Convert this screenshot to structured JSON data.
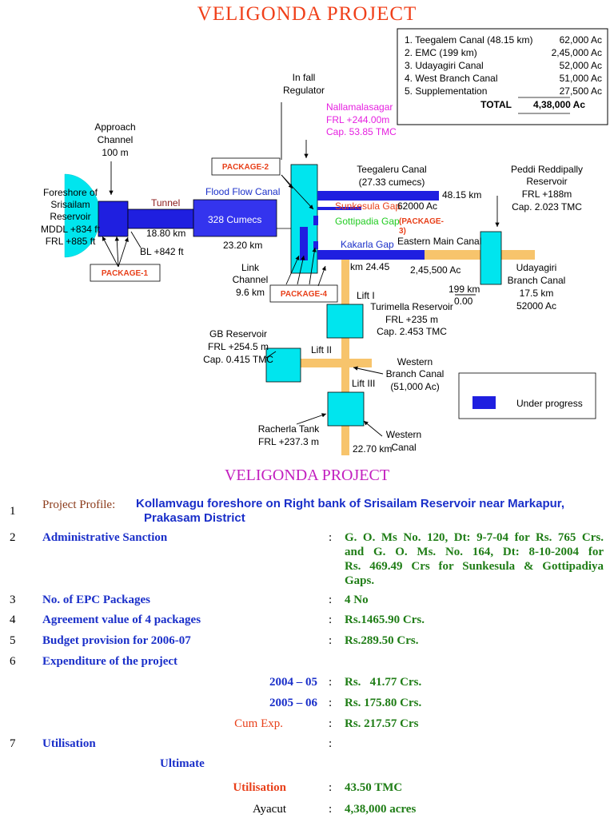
{
  "title": "VELIGONDA  PROJECT",
  "legend_table": {
    "rows": [
      {
        "name": "1. Teegalem Canal (48.15 km)",
        "value": "62,000 Ac"
      },
      {
        "name": "2. EMC (199 km)",
        "value": "2,45,000 Ac"
      },
      {
        "name": "3. Udayagiri Canal",
        "value": "52,000 Ac"
      },
      {
        "name": "4. West Branch Canal",
        "value": "51,000 Ac"
      },
      {
        "name": "5. Supplementation",
        "value": "27,500 Ac"
      }
    ],
    "total_label": "TOTAL",
    "total_value": "4,38,000 Ac"
  },
  "diagram": {
    "approach": [
      "Approach",
      "Channel",
      "100 m"
    ],
    "foreshore": [
      "Foreshore of",
      "Srisailam",
      "Reservoir",
      "MDDL +834 ft",
      "FRL +885 ft"
    ],
    "tunnel": "Tunnel",
    "tunnel_len": "18.80 km",
    "bl": "BL +842 ft",
    "package1": "PACKAGE-1",
    "package2": "PACKAGE-2",
    "package3": [
      "(PACKAGE-",
      "3)"
    ],
    "package4": "PACKAGE-4",
    "infall": [
      "In fall",
      "Regulator"
    ],
    "nallamala": [
      "Nallamalasagar",
      "FRL +244.00m",
      "Cap. 53.85 TMC"
    ],
    "flood_flow": "Flood Flow Canal",
    "cumecs": "328 Cumecs",
    "flood_len": "23.20 km",
    "link": [
      "Link",
      "Channel",
      "9.6 km"
    ],
    "teegaleru": [
      "Teegaleru Canal",
      "(27.33 cumecs)"
    ],
    "teeg_len": "48.15 km",
    "sunkesula": "Sunkesula Gap",
    "teeg_ac": "62000 Ac",
    "gottipadia": "Gottipadia Gap",
    "kakarla": "Kakarla Gap",
    "emc": "Eastern Main Canal",
    "km2445": "km 24.45",
    "emc_ac": "2,45,500 Ac",
    "km199": "199 km",
    "zero": "0.00",
    "peddi": [
      "Peddi Reddipally",
      "Reservoir",
      "FRL +188m",
      "Cap. 2.023 TMC"
    ],
    "udayagiri": [
      "Udayagiri",
      "Branch Canal",
      "17.5 km",
      "52000 Ac"
    ],
    "lift1": "Lift I",
    "turimella": [
      "Turimella Reservoir",
      "FRL +235 m",
      "Cap. 2.453 TMC"
    ],
    "gb": [
      "GB Reservoir",
      "FRL +254.5 m",
      "Cap. 0.415 TMC"
    ],
    "lift2": "Lift II",
    "lift3": "Lift III",
    "western_branch": [
      "Western",
      "Branch Canal",
      "(51,000 Ac)"
    ],
    "legend_label": "Under progress",
    "racherla": [
      "Racherla Tank",
      "FRL +237.3 m"
    ],
    "km2270": "22.70 km",
    "western_canal": [
      "Western",
      "Canal"
    ]
  },
  "profile": {
    "title": "VELIGONDA PROJECT",
    "rows": [
      {
        "num": "1",
        "label": "Project Profile:",
        "value_lines": [
          "Kollamvagu foreshore on Right bank of Srisailam Reservoir near Markapur,",
          "Prakasam District"
        ]
      },
      {
        "num": "2",
        "label": "Administrative Sanction",
        "colon": ":",
        "value_lines": [
          "G. O. Ms No. 120, Dt: 9-7-04 for Rs. 765 Crs.",
          "and G. O. Ms. No. 164, Dt: 8-10-2004 for",
          "Rs. 469.49 Crs for Sunkesula & Gottipadiya",
          "Gaps."
        ]
      },
      {
        "num": "3",
        "label": "No. of EPC Packages",
        "colon": ":",
        "value": "4 No"
      },
      {
        "num": "4",
        "label": "Agreement value of 4 packages",
        "colon": ":",
        "value": "Rs.1465.90 Crs."
      },
      {
        "num": "5",
        "label": "Budget provision for 2006-07",
        "colon": ":",
        "value": "Rs.289.50 Crs."
      },
      {
        "num": "6",
        "label": "Expenditure of the project"
      },
      {
        "label": "2004 – 05",
        "colon": ":",
        "value": "Rs.   41.77 Crs."
      },
      {
        "label": "2005 – 06",
        "colon": ":",
        "value": "Rs. 175.80 Crs."
      },
      {
        "label": "Cum Exp.",
        "colon": ":",
        "value": "Rs. 217.57 Crs"
      },
      {
        "num": "7",
        "label": "Utilisation",
        "colon": ":"
      },
      {
        "label": "Ultimate"
      },
      {
        "label": "Utilisation",
        "colon": ":",
        "value": "43.50 TMC"
      },
      {
        "label": "Ayacut",
        "colon": ":",
        "value": "4,38,000 acres"
      }
    ]
  },
  "colors": {
    "title_red": "#f0401a",
    "title_magenta": "#c21fbf",
    "label_blue": "#1a2fc9",
    "value_green": "#1f7d16",
    "cyan": "#00e5ee",
    "canal_blue": "#1f1fe0",
    "canal_orange": "#f7c46c",
    "package_red": "#e8401a"
  }
}
